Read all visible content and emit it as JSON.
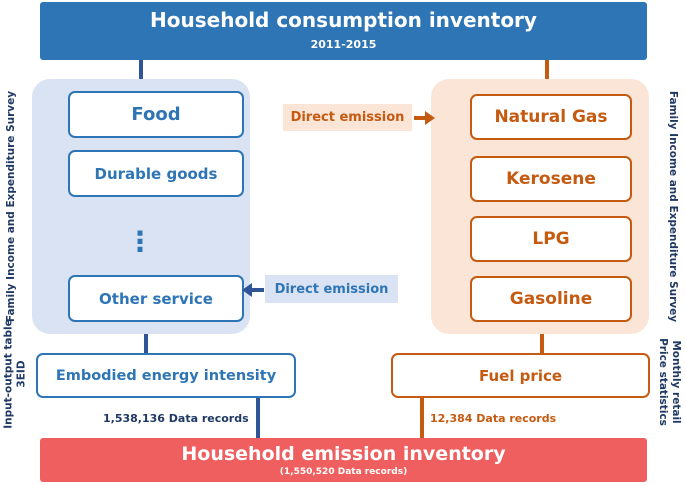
{
  "header": {
    "title": "Household consumption inventory",
    "subtitle": "2011-2015"
  },
  "footer": {
    "title": "Household emission inventory",
    "subtitle": "(1,550,520 Data records)"
  },
  "left_panel": {
    "items": [
      "Food",
      "Durable goods",
      "Other service"
    ],
    "ellipsis": "⋮"
  },
  "right_panel": {
    "items": [
      "Natural Gas",
      "Kerosene",
      "LPG",
      "Gasoline"
    ]
  },
  "direct_emission_top": "Direct emission",
  "direct_emission_bottom": "Direct emission",
  "side_labels": {
    "left_survey": "Family Income and Expenditure Survey",
    "right_survey": "Family Income and Expenditure Survey",
    "left_table_line1": "Input-output table",
    "left_table_line2": "3EID",
    "right_price_line1": "Monthly retail",
    "right_price_line2": "Price statistics"
  },
  "intensity_box": "Embodied energy intensity",
  "fuel_price_box": "Fuel price",
  "records": {
    "left": "1,538,136 Data records",
    "right": "12,384 Data records"
  },
  "colors": {
    "blue": "#2e75b6",
    "dark_blue": "#2f5597",
    "orange": "#c55a11",
    "red": "#ef5f5f",
    "light_blue": "#dae3f3",
    "light_orange": "#fbe5d6"
  }
}
